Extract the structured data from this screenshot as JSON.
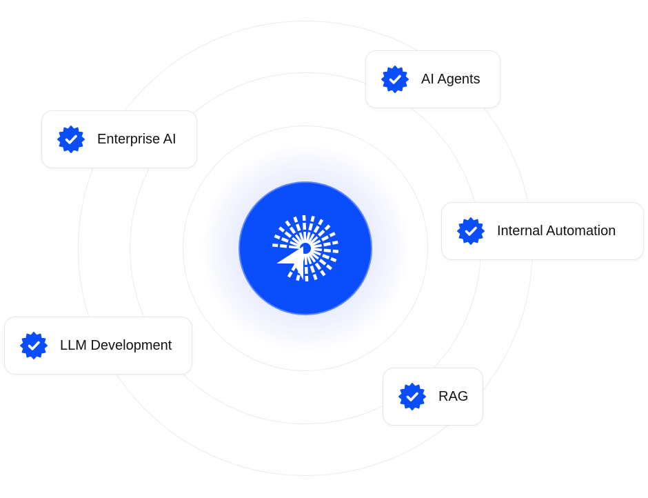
{
  "accent_color": "#0a4dfb",
  "center_logo": "dotted-cursor-logo",
  "items": [
    {
      "label": "Enterprise AI",
      "icon": "verified-badge-icon"
    },
    {
      "label": "AI Agents",
      "icon": "verified-badge-icon"
    },
    {
      "label": "Internal Automation",
      "icon": "verified-badge-icon"
    },
    {
      "label": "LLM Development",
      "icon": "verified-badge-icon"
    },
    {
      "label": "RAG",
      "icon": "verified-badge-icon"
    }
  ]
}
